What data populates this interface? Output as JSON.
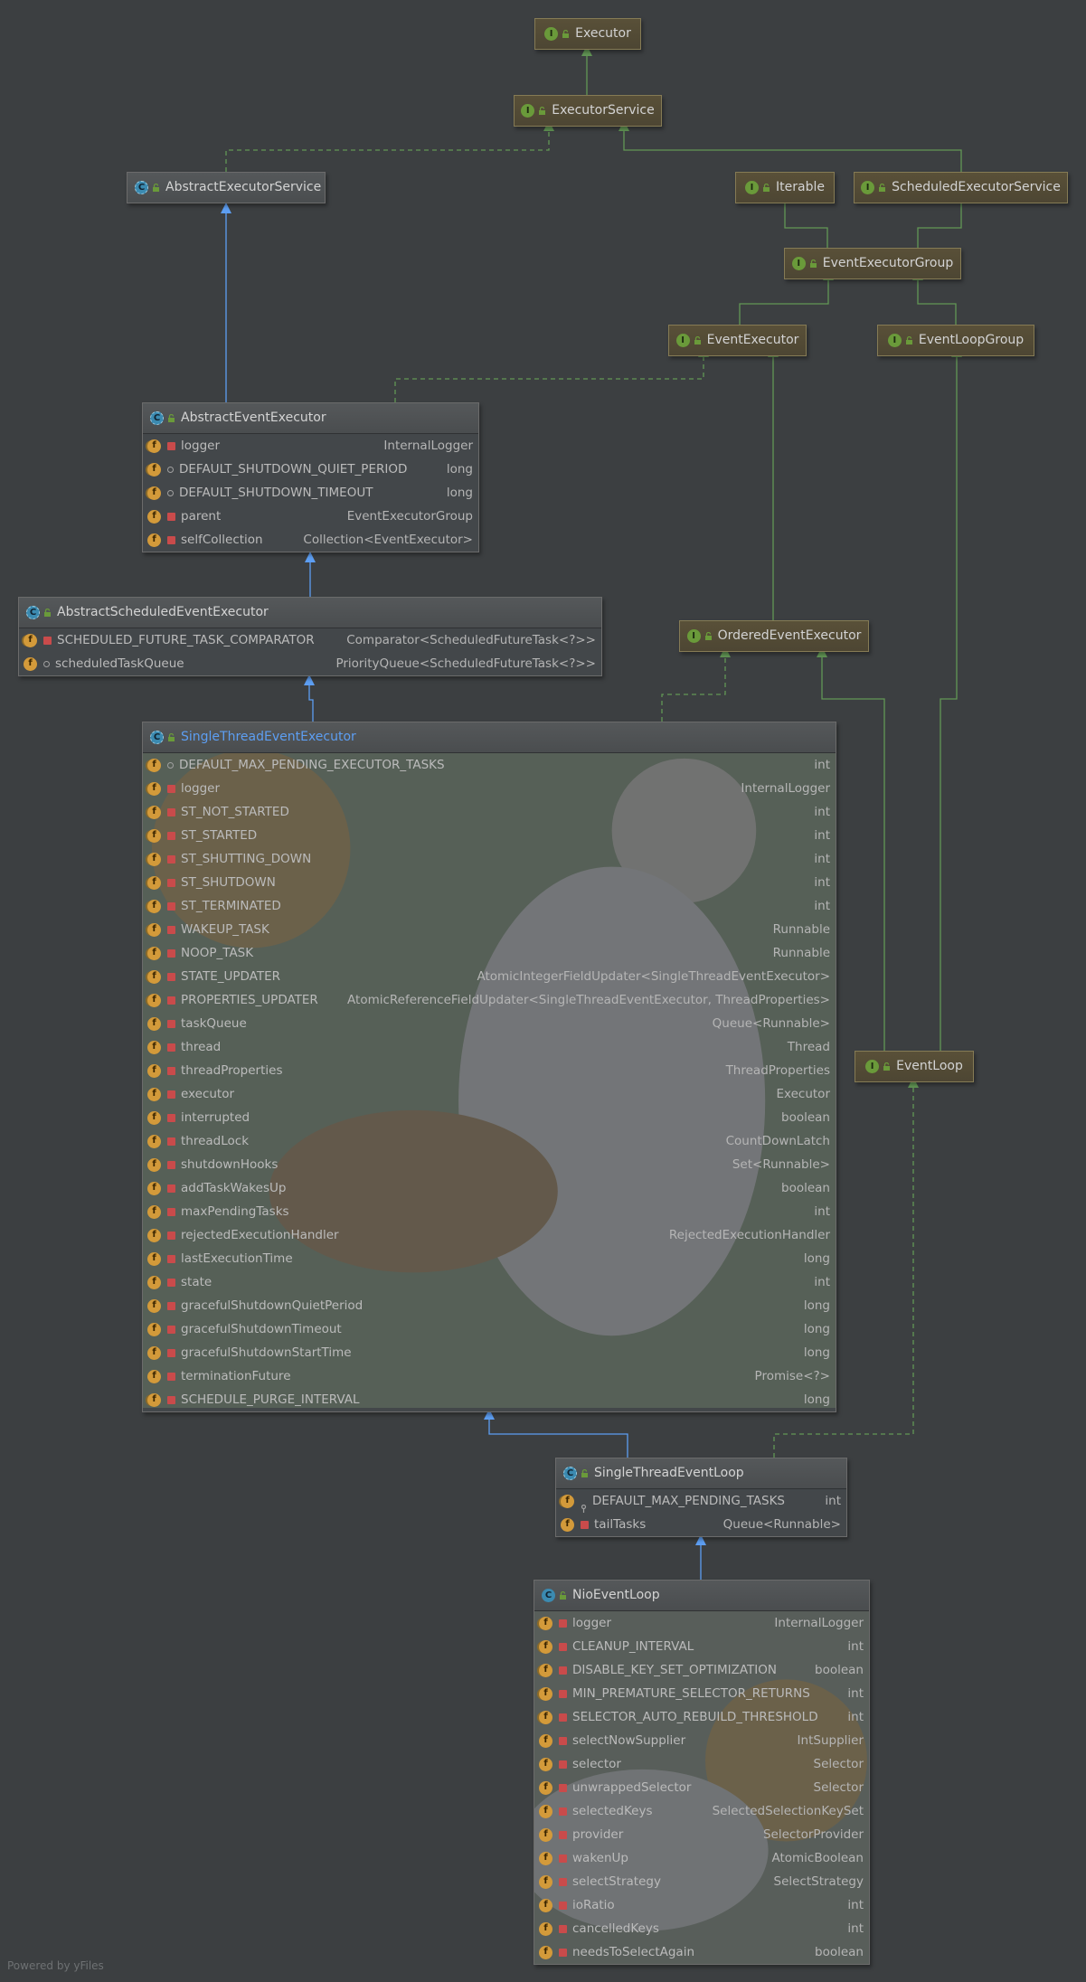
{
  "footer": "Powered by yFiles",
  "colors": {
    "background": "#3c3f41",
    "inheritance_edge": "#5d9ef2",
    "realization_edge": "#629755",
    "interface_node": "#4b4536"
  },
  "nodes": {
    "executor": {
      "title": "Executor",
      "kind": "interface"
    },
    "executor_service": {
      "title": "ExecutorService",
      "kind": "interface"
    },
    "abstract_executor_service": {
      "title": "AbstractExecutorService",
      "kind": "abstract-class"
    },
    "iterable": {
      "title": "Iterable",
      "kind": "interface"
    },
    "scheduled_executor_service": {
      "title": "ScheduledExecutorService",
      "kind": "interface"
    },
    "event_executor_group": {
      "title": "EventExecutorGroup",
      "kind": "interface"
    },
    "event_executor": {
      "title": "EventExecutor",
      "kind": "interface"
    },
    "event_loop_group": {
      "title": "EventLoopGroup",
      "kind": "interface"
    },
    "ordered_event_executor": {
      "title": "OrderedEventExecutor",
      "kind": "interface"
    },
    "event_loop": {
      "title": "EventLoop",
      "kind": "interface"
    },
    "abstract_event_executor": {
      "title": "AbstractEventExecutor",
      "kind": "abstract-class",
      "fields": [
        {
          "name": "logger",
          "type": "InternalLogger",
          "static": true,
          "vis": "private"
        },
        {
          "name": "DEFAULT_SHUTDOWN_QUIET_PERIOD",
          "type": "long",
          "static": true,
          "vis": "default"
        },
        {
          "name": "DEFAULT_SHUTDOWN_TIMEOUT",
          "type": "long",
          "static": true,
          "vis": "default"
        },
        {
          "name": "parent",
          "type": "EventExecutorGroup",
          "static": false,
          "vis": "private"
        },
        {
          "name": "selfCollection",
          "type": "Collection<EventExecutor>",
          "static": false,
          "vis": "private"
        }
      ]
    },
    "abstract_scheduled_event_executor": {
      "title": "AbstractScheduledEventExecutor",
      "kind": "abstract-class",
      "fields": [
        {
          "name": "SCHEDULED_FUTURE_TASK_COMPARATOR",
          "type": "Comparator<ScheduledFutureTask<?>>",
          "static": true,
          "vis": "private"
        },
        {
          "name": "scheduledTaskQueue",
          "type": "PriorityQueue<ScheduledFutureTask<?>>",
          "static": false,
          "vis": "default"
        }
      ]
    },
    "single_thread_event_executor": {
      "title": "SingleThreadEventExecutor",
      "kind": "abstract-class",
      "fields": [
        {
          "name": "DEFAULT_MAX_PENDING_EXECUTOR_TASKS",
          "type": "int",
          "static": true,
          "vis": "default"
        },
        {
          "name": "logger",
          "type": "InternalLogger",
          "static": true,
          "vis": "private"
        },
        {
          "name": "ST_NOT_STARTED",
          "type": "int",
          "static": true,
          "vis": "private"
        },
        {
          "name": "ST_STARTED",
          "type": "int",
          "static": true,
          "vis": "private"
        },
        {
          "name": "ST_SHUTTING_DOWN",
          "type": "int",
          "static": true,
          "vis": "private"
        },
        {
          "name": "ST_SHUTDOWN",
          "type": "int",
          "static": true,
          "vis": "private"
        },
        {
          "name": "ST_TERMINATED",
          "type": "int",
          "static": true,
          "vis": "private"
        },
        {
          "name": "WAKEUP_TASK",
          "type": "Runnable",
          "static": true,
          "vis": "private"
        },
        {
          "name": "NOOP_TASK",
          "type": "Runnable",
          "static": true,
          "vis": "private"
        },
        {
          "name": "STATE_UPDATER",
          "type": "AtomicIntegerFieldUpdater<SingleThreadEventExecutor>",
          "static": true,
          "vis": "private"
        },
        {
          "name": "PROPERTIES_UPDATER",
          "type": "AtomicReferenceFieldUpdater<SingleThreadEventExecutor, ThreadProperties>",
          "static": true,
          "vis": "private"
        },
        {
          "name": "taskQueue",
          "type": "Queue<Runnable>",
          "static": false,
          "vis": "private"
        },
        {
          "name": "thread",
          "type": "Thread",
          "static": false,
          "vis": "private"
        },
        {
          "name": "threadProperties",
          "type": "ThreadProperties",
          "static": false,
          "vis": "private"
        },
        {
          "name": "executor",
          "type": "Executor",
          "static": false,
          "vis": "private"
        },
        {
          "name": "interrupted",
          "type": "boolean",
          "static": false,
          "vis": "private"
        },
        {
          "name": "threadLock",
          "type": "CountDownLatch",
          "static": false,
          "vis": "private"
        },
        {
          "name": "shutdownHooks",
          "type": "Set<Runnable>",
          "static": false,
          "vis": "private"
        },
        {
          "name": "addTaskWakesUp",
          "type": "boolean",
          "static": false,
          "vis": "private"
        },
        {
          "name": "maxPendingTasks",
          "type": "int",
          "static": false,
          "vis": "private"
        },
        {
          "name": "rejectedExecutionHandler",
          "type": "RejectedExecutionHandler",
          "static": false,
          "vis": "private"
        },
        {
          "name": "lastExecutionTime",
          "type": "long",
          "static": false,
          "vis": "private"
        },
        {
          "name": "state",
          "type": "int",
          "static": false,
          "vis": "private"
        },
        {
          "name": "gracefulShutdownQuietPeriod",
          "type": "long",
          "static": false,
          "vis": "private"
        },
        {
          "name": "gracefulShutdownTimeout",
          "type": "long",
          "static": false,
          "vis": "private"
        },
        {
          "name": "gracefulShutdownStartTime",
          "type": "long",
          "static": false,
          "vis": "private"
        },
        {
          "name": "terminationFuture",
          "type": "Promise<?>",
          "static": false,
          "vis": "private"
        },
        {
          "name": "SCHEDULE_PURGE_INTERVAL",
          "type": "long",
          "static": true,
          "vis": "private"
        }
      ]
    },
    "single_thread_event_loop": {
      "title": "SingleThreadEventLoop",
      "kind": "abstract-class",
      "fields": [
        {
          "name": "DEFAULT_MAX_PENDING_TASKS",
          "type": "int",
          "static": true,
          "vis": "pkg"
        },
        {
          "name": "tailTasks",
          "type": "Queue<Runnable>",
          "static": false,
          "vis": "private"
        }
      ]
    },
    "nio_event_loop": {
      "title": "NioEventLoop",
      "kind": "class",
      "fields": [
        {
          "name": "logger",
          "type": "InternalLogger",
          "static": true,
          "vis": "private"
        },
        {
          "name": "CLEANUP_INTERVAL",
          "type": "int",
          "static": true,
          "vis": "private"
        },
        {
          "name": "DISABLE_KEY_SET_OPTIMIZATION",
          "type": "boolean",
          "static": true,
          "vis": "private"
        },
        {
          "name": "MIN_PREMATURE_SELECTOR_RETURNS",
          "type": "int",
          "static": true,
          "vis": "private"
        },
        {
          "name": "SELECTOR_AUTO_REBUILD_THRESHOLD",
          "type": "int",
          "static": true,
          "vis": "private"
        },
        {
          "name": "selectNowSupplier",
          "type": "IntSupplier",
          "static": false,
          "vis": "private"
        },
        {
          "name": "selector",
          "type": "Selector",
          "static": false,
          "vis": "private"
        },
        {
          "name": "unwrappedSelector",
          "type": "Selector",
          "static": false,
          "vis": "private"
        },
        {
          "name": "selectedKeys",
          "type": "SelectedSelectionKeySet",
          "static": false,
          "vis": "private"
        },
        {
          "name": "provider",
          "type": "SelectorProvider",
          "static": false,
          "vis": "private"
        },
        {
          "name": "wakenUp",
          "type": "AtomicBoolean",
          "static": false,
          "vis": "private"
        },
        {
          "name": "selectStrategy",
          "type": "SelectStrategy",
          "static": false,
          "vis": "private"
        },
        {
          "name": "ioRatio",
          "type": "int",
          "static": false,
          "vis": "private"
        },
        {
          "name": "cancelledKeys",
          "type": "int",
          "static": false,
          "vis": "private"
        },
        {
          "name": "needsToSelectAgain",
          "type": "boolean",
          "static": false,
          "vis": "private"
        }
      ]
    }
  }
}
